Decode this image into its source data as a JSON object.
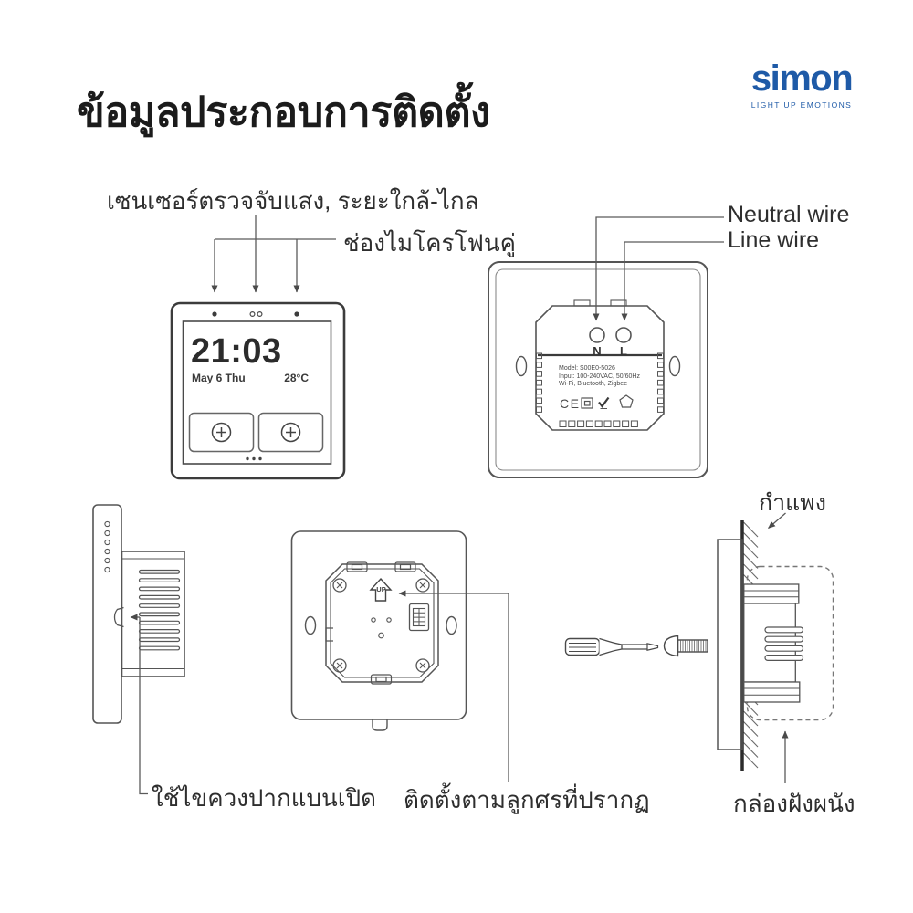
{
  "page": {
    "background": "#ffffff",
    "line_color": "#4a4a4a",
    "accent_blue": "#1e5aa7"
  },
  "header": {
    "title": "ข้อมูลประกอบการติดตั้ง",
    "logo": {
      "brand": "simon",
      "tagline": "LIGHT UP EMOTIONS"
    }
  },
  "front_view": {
    "sensor_label": "เซนเซอร์ตรวจจับแสง, ระยะใกล้-ไกล",
    "mic_label": "ช่องไมโครโฟนคู่",
    "screen": {
      "time": "21:03",
      "date": "May 6 Thu",
      "temperature": "28°C"
    }
  },
  "back_view": {
    "neutral_label": "Neutral wire",
    "line_label": "Line wire",
    "terminal_n": "N",
    "terminal_l": "L",
    "spec_line1": "Model: S00E0-5026",
    "spec_line2": "Input: 100-240VAC, 50/60Hz",
    "spec_line3": "Wi-Fi, Bluetooth, Zigbee",
    "ce_mark": "CE"
  },
  "bracket_view": {
    "up_label": "UP",
    "install_label": "ติดตั้งตามลูกศรที่ปรากฏ"
  },
  "side_view": {
    "open_label": "ใช้ไขควงปากแบนเปิด"
  },
  "wall_view": {
    "wall_label": "กำแพง",
    "box_label": "กล่องฝังผนัง"
  }
}
